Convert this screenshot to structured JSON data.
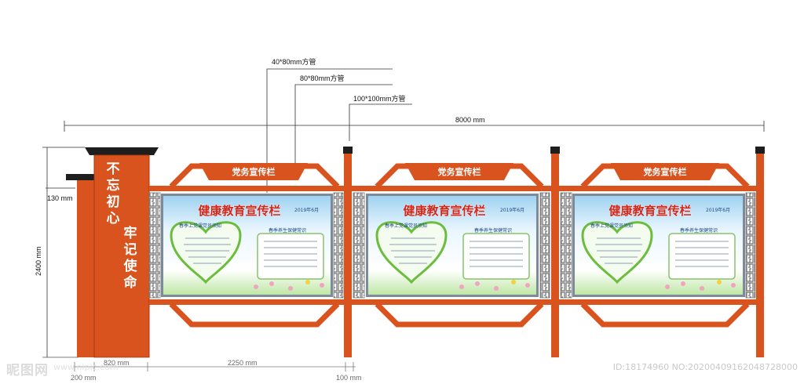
{
  "dimensions": {
    "pipe_40x80": "40*80mm方管",
    "pipe_80x80": "80*80mm方管",
    "pipe_100x100": "100*100mm方管",
    "total_width": "8000 mm",
    "top_height": "130 mm",
    "total_height": "2400 mm",
    "pillar_width": "820 mm",
    "panel_span": "2250 mm",
    "base_width": "200 mm",
    "post_width": "100 mm"
  },
  "pillar": {
    "line1": "不忘初心",
    "line2": "牢记使命"
  },
  "panels": [
    {
      "header": "党务宣传栏",
      "title": "健康教育宣传栏",
      "badge": "2019年6月",
      "left_heading": "春季上党课党员须知",
      "right_heading": "春季养生保健常识"
    },
    {
      "header": "党务宣传栏",
      "title": "健康教育宣传栏",
      "badge": "2019年6月",
      "left_heading": "春季上党课党员须知",
      "right_heading": "春季养生保健常识"
    },
    {
      "header": "党务宣传栏",
      "title": "健康教育宣传栏",
      "badge": "2019年6月",
      "left_heading": "春季上党课党员须知",
      "right_heading": "春季养生保健常识"
    }
  ],
  "watermark": {
    "logo": "昵图网",
    "site": "www.nipic.com",
    "id_text": "ID:18174960 NO:20200409162048728000"
  },
  "colors": {
    "frame": "#d9531e",
    "frame_dark": "#a8350f",
    "cap": "#1e1e1e",
    "screen_border": "#7c8a99"
  }
}
